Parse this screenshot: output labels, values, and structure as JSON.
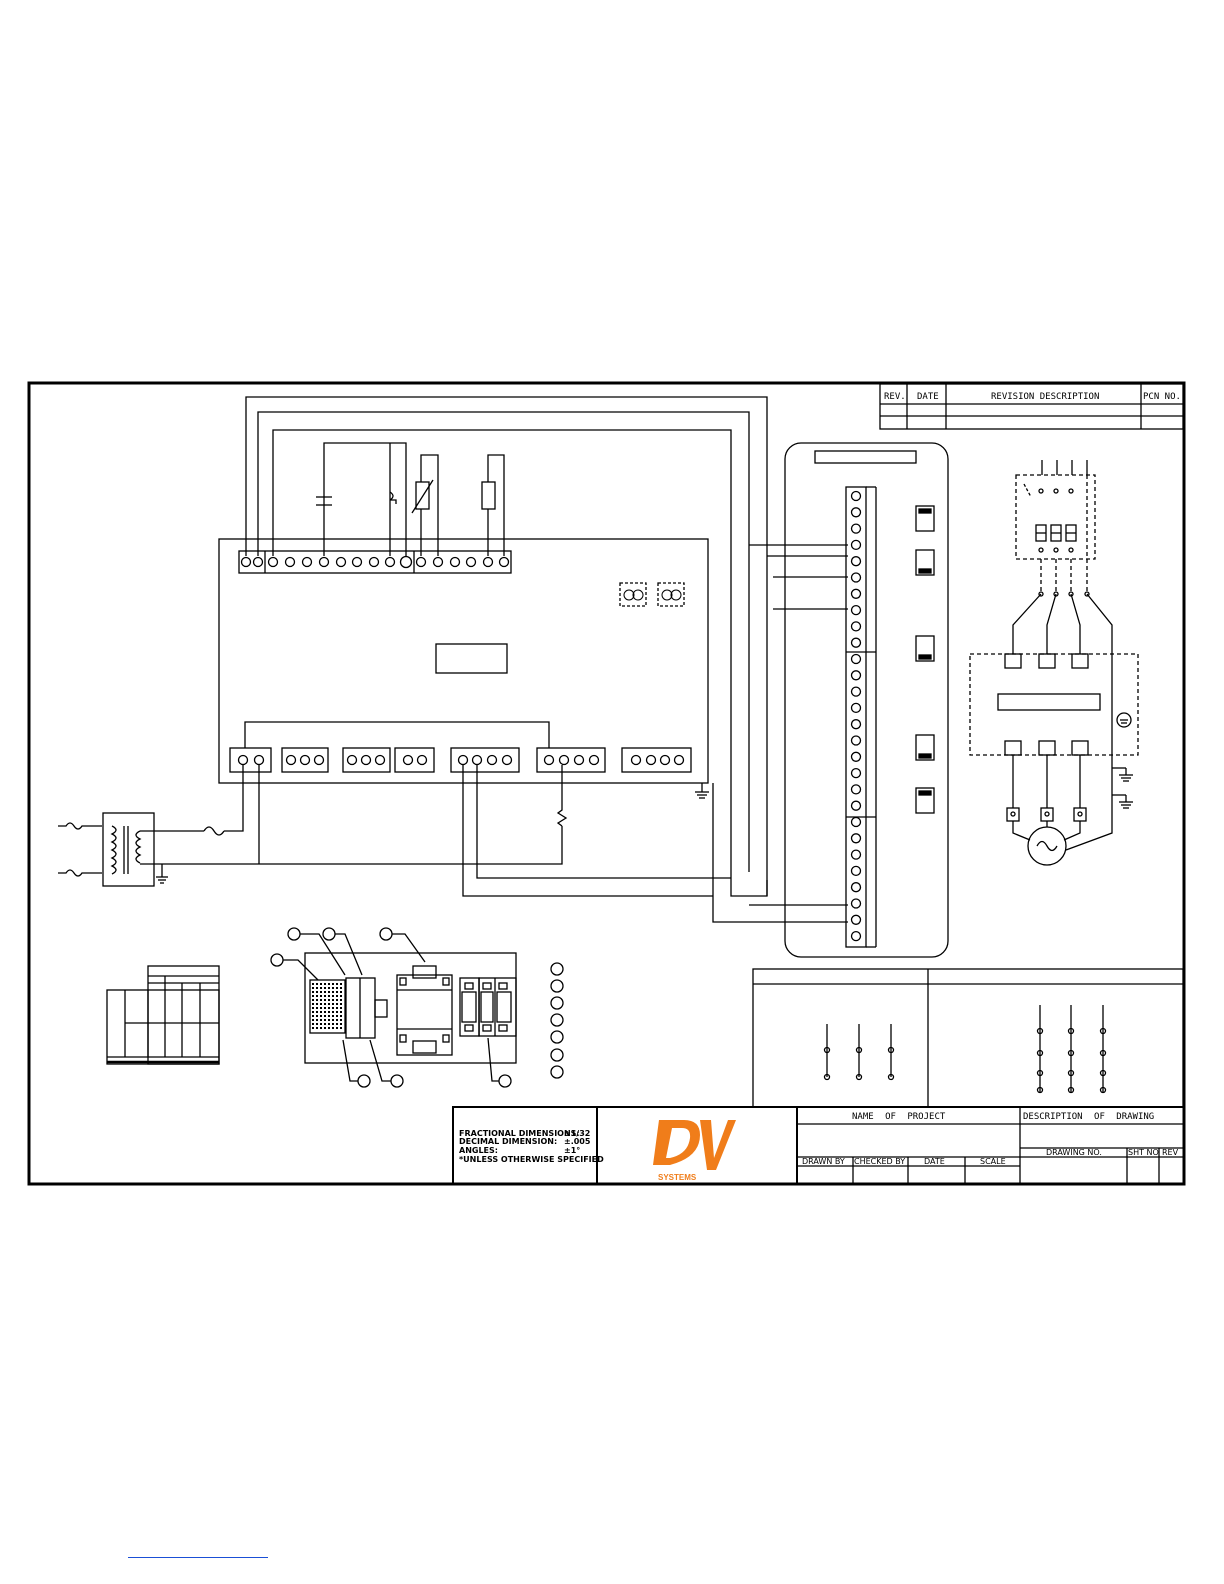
{
  "revision_block": {
    "rev": "REV.",
    "date": "DATE",
    "description": "REVISION DESCRIPTION",
    "pcn": "PCN NO."
  },
  "title_block": {
    "tolerances": {
      "line1_label": "FRACTIONAL DIMENSIONS:",
      "line1_value": "±1/32",
      "line2_label": "DECIMAL DIMENSION:",
      "line2_value": "±.005",
      "line3_label": "ANGLES:",
      "line3_value": "±1°",
      "line4": "*UNLESS OTHERWISE SPECIFIED"
    },
    "logo": {
      "letters": "DV",
      "subtitle": "SYSTEMS",
      "color": "#f07d1a"
    },
    "name_of_project": "NAME OF PROJECT",
    "description_of_drawing": "DESCRIPTION OF DRAWING",
    "drawn_by": "DRAWN BY",
    "checked_by": "CHECKED BY",
    "date": "DATE",
    "scale": "SCALE",
    "drawing_no": "DRAWING NO.",
    "sht_no": "SHT NO",
    "rev": "REV"
  },
  "colors": {
    "ink": "#000000",
    "link": "#1a4fd6"
  }
}
